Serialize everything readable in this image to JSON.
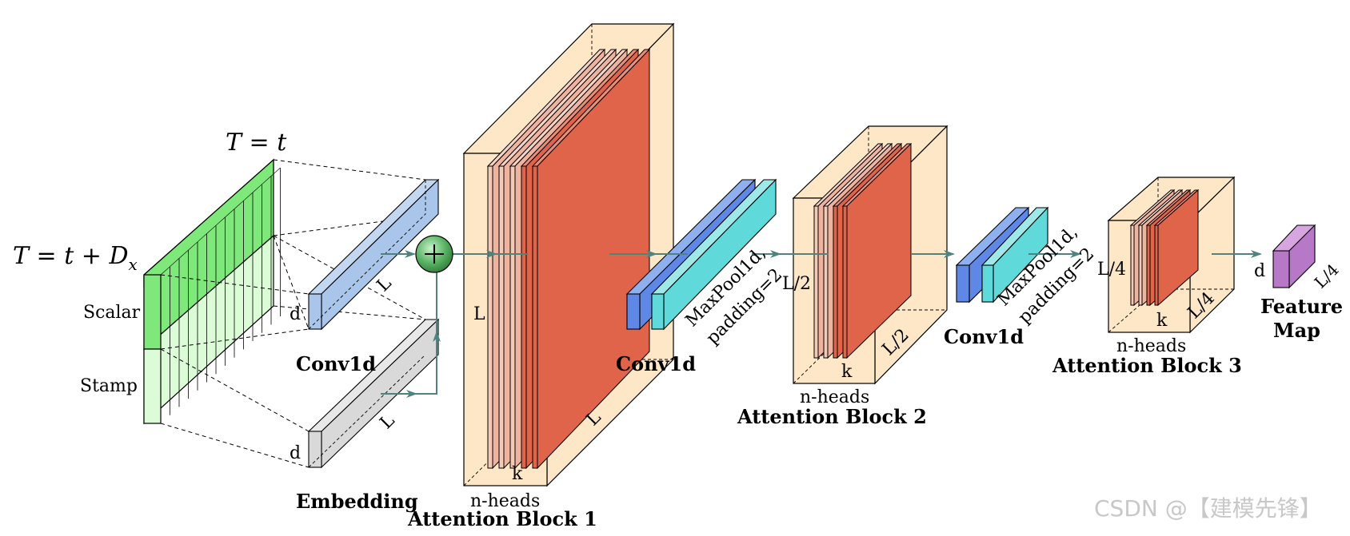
{
  "colors": {
    "input_green": "#7ee87a",
    "input_green_light": "#dcfcd8",
    "conv_blue": "#a9c6ea",
    "conv_blue_dark": "#5f87e6",
    "cyan": "#5fd9da",
    "gray_block": "#d9d9d9",
    "attn_outer": "#fde7c6",
    "attn_red": "#e0644a",
    "attn_salmon": "#efb4a0",
    "arrow": "#4d8480",
    "feature_purple": "#b878c8"
  },
  "icons": {
    "add_node": "plus-circle-icon"
  },
  "labels": {
    "t_eq_t": "T = t",
    "t_eq_t_dx": "T = t + D",
    "t_eq_t_dx_sub": "x",
    "scalar": "Scalar",
    "stamp": "Stamp",
    "d_conv": "d",
    "L_conv": "L",
    "conv1d_1": "Conv1d",
    "d_emb": "d",
    "L_emb": "L",
    "embedding": "Embedding",
    "attn1_L_left": "L",
    "attn1_L_diag": "L",
    "attn1_k": "k",
    "attn1_nheads": "n-heads",
    "attn1_title": "Attention Block 1",
    "conv1d_2": "Conv1d",
    "maxpool1_a": "MaxPool1d,",
    "maxpool1_b": "padding=2",
    "attn2_L2_left": "L/2",
    "attn2_L2_diag": "L/2",
    "attn2_k": "k",
    "attn2_nheads": "n-heads",
    "attn2_title": "Attention Block 2",
    "conv1d_3": "Conv1d",
    "maxpool2_a": "MaxPool1d,",
    "maxpool2_b": "padding=2",
    "attn3_L4_left": "L/4",
    "attn3_L4_diag": "L/4",
    "attn3_k": "k",
    "attn3_nheads": "n-heads",
    "attn3_title": "Attention Block 3",
    "feature_d": "d",
    "feature_L4": "L/4",
    "feature_a": "Feature",
    "feature_b": "Map",
    "watermark": "CSDN @【建模先锋】"
  }
}
